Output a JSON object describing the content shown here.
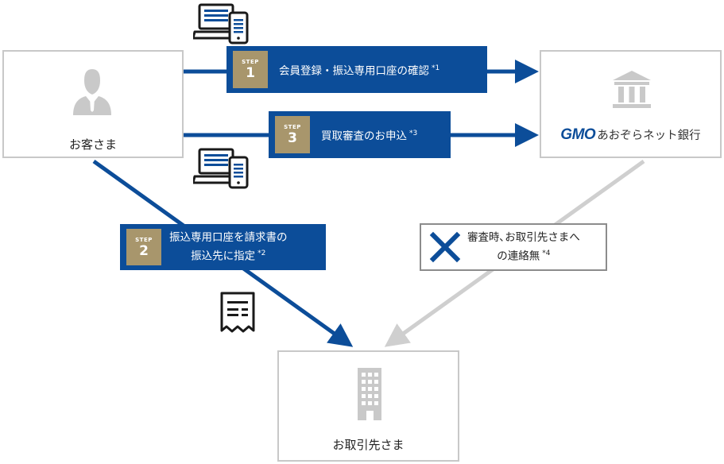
{
  "nodes": {
    "customer": {
      "label": "お客さま"
    },
    "bank": {
      "logo": "GMO",
      "name": "あおぞらネット銀行"
    },
    "partner": {
      "label": "お取引先さま"
    }
  },
  "steps": [
    {
      "word": "STEP",
      "num": "1",
      "text": "会員登録・振込専用口座の確認",
      "note": "*1"
    },
    {
      "word": "STEP",
      "num": "2",
      "text_line1": "振込専用口座を請求書の",
      "text_line2": "振込先に指定",
      "note": "*2"
    },
    {
      "word": "STEP",
      "num": "3",
      "text": "買取審査のお申込",
      "note": "*3"
    }
  ],
  "no_contact": {
    "line1": "審査時､お取引先さまへ",
    "line2": "の連絡無",
    "note": "*4"
  },
  "colors": {
    "primary": "#0c4d99",
    "gold": "#a8966c",
    "gray_arrow": "#cfcfcf",
    "border": "#c8c8c8"
  },
  "icons": [
    "person-icon",
    "bank-icon",
    "building-icon",
    "laptop-phone-icon",
    "invoice-icon",
    "cross-icon"
  ]
}
